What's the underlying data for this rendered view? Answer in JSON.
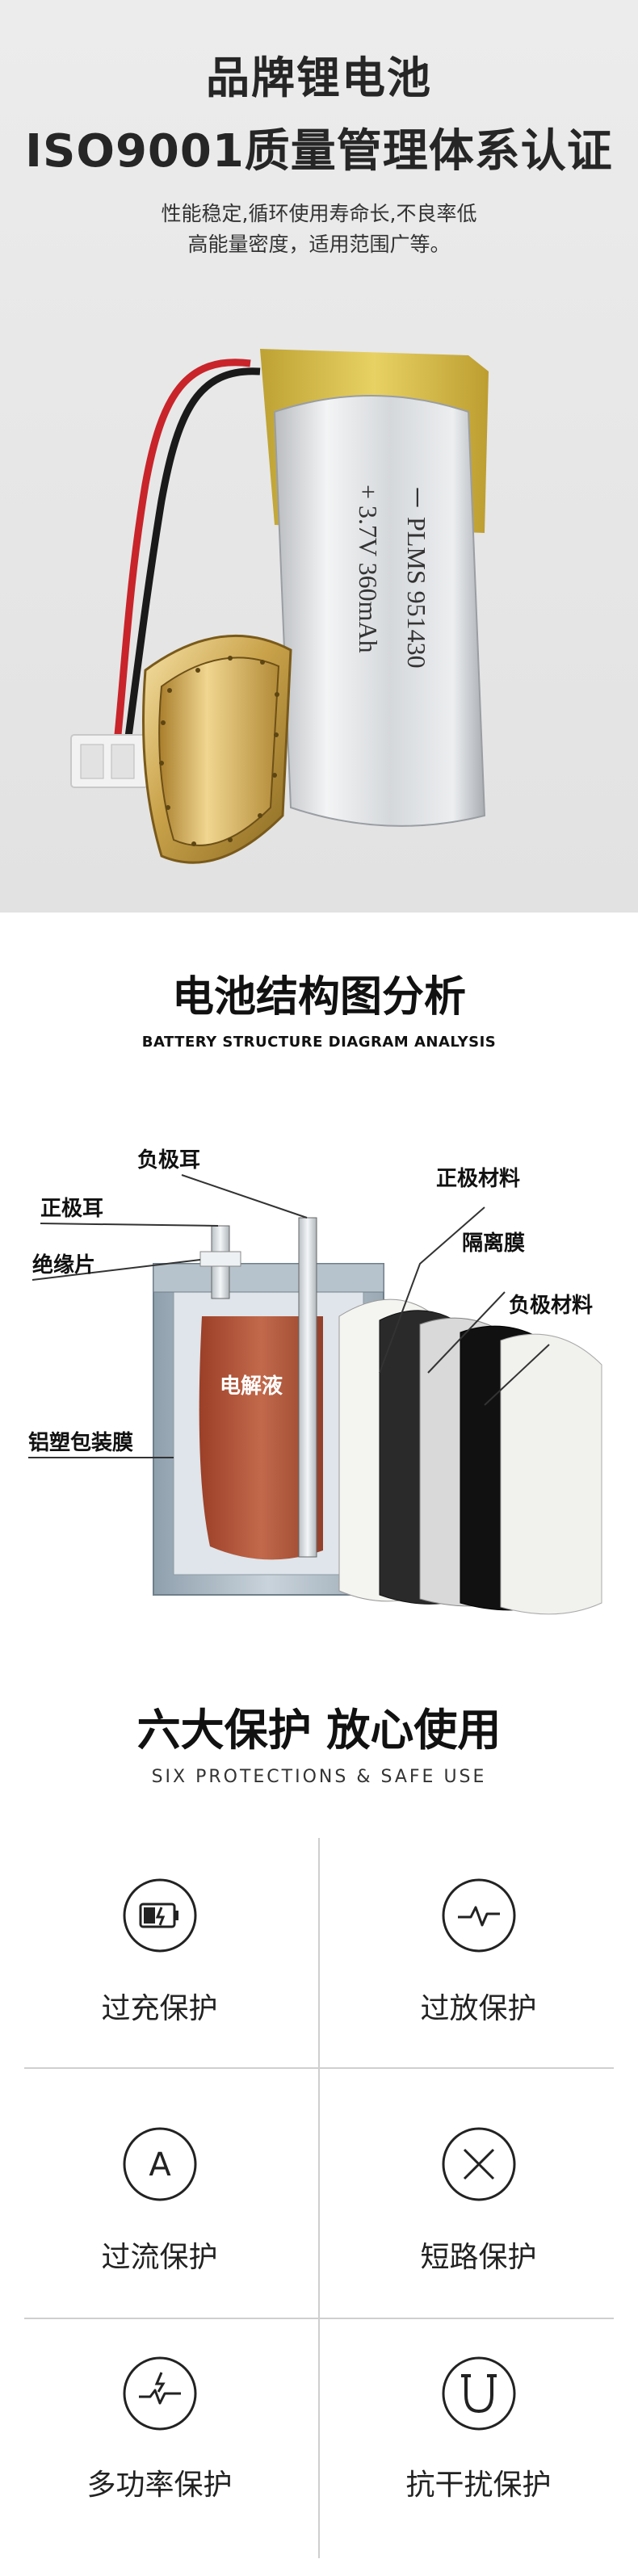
{
  "hero": {
    "title_line1": "品牌锂电池",
    "title_line2": "ISO9001质量管理体系认证",
    "subtitle_line1": "性能稳定,循环使用寿命长,不良率低",
    "subtitle_line2": "高能量密度，适用范围广等。",
    "battery_label": {
      "minus": "－",
      "model": "PLMS  951430",
      "plus": "+",
      "spec": "3.7V  360mAh"
    }
  },
  "structure": {
    "title": "电池结构图分析",
    "subtitle": "BATTERY STRUCTURE DIAGRAM ANALYSIS",
    "labels": {
      "negative_tab": "负极耳",
      "positive_tab": "正极耳",
      "insulation": "绝缘片",
      "electrolyte": "电解液",
      "aluminum_film": "铝塑包装膜",
      "positive_material": "正极材料",
      "separator": "隔离膜",
      "negative_material": "负极材料"
    }
  },
  "protection": {
    "title": "六大保护 放心使用",
    "subtitle": "SIX PROTECTIONS & SAFE USE",
    "items": [
      {
        "label": "过充保护",
        "icon": "battery-charge-icon"
      },
      {
        "label": "过放保护",
        "icon": "pulse-icon"
      },
      {
        "label": "过流保护",
        "icon": "ampere-icon"
      },
      {
        "label": "短路保护",
        "icon": "cross-icon"
      },
      {
        "label": "多功率保护",
        "icon": "power-surge-icon"
      },
      {
        "label": "抗干扰保护",
        "icon": "magnet-icon"
      }
    ]
  },
  "colors": {
    "gold": "#c9a24a",
    "battery_silver": "#d9dbdd",
    "yellow_tape": "#d8b832",
    "electrolyte": "#b5543a"
  }
}
